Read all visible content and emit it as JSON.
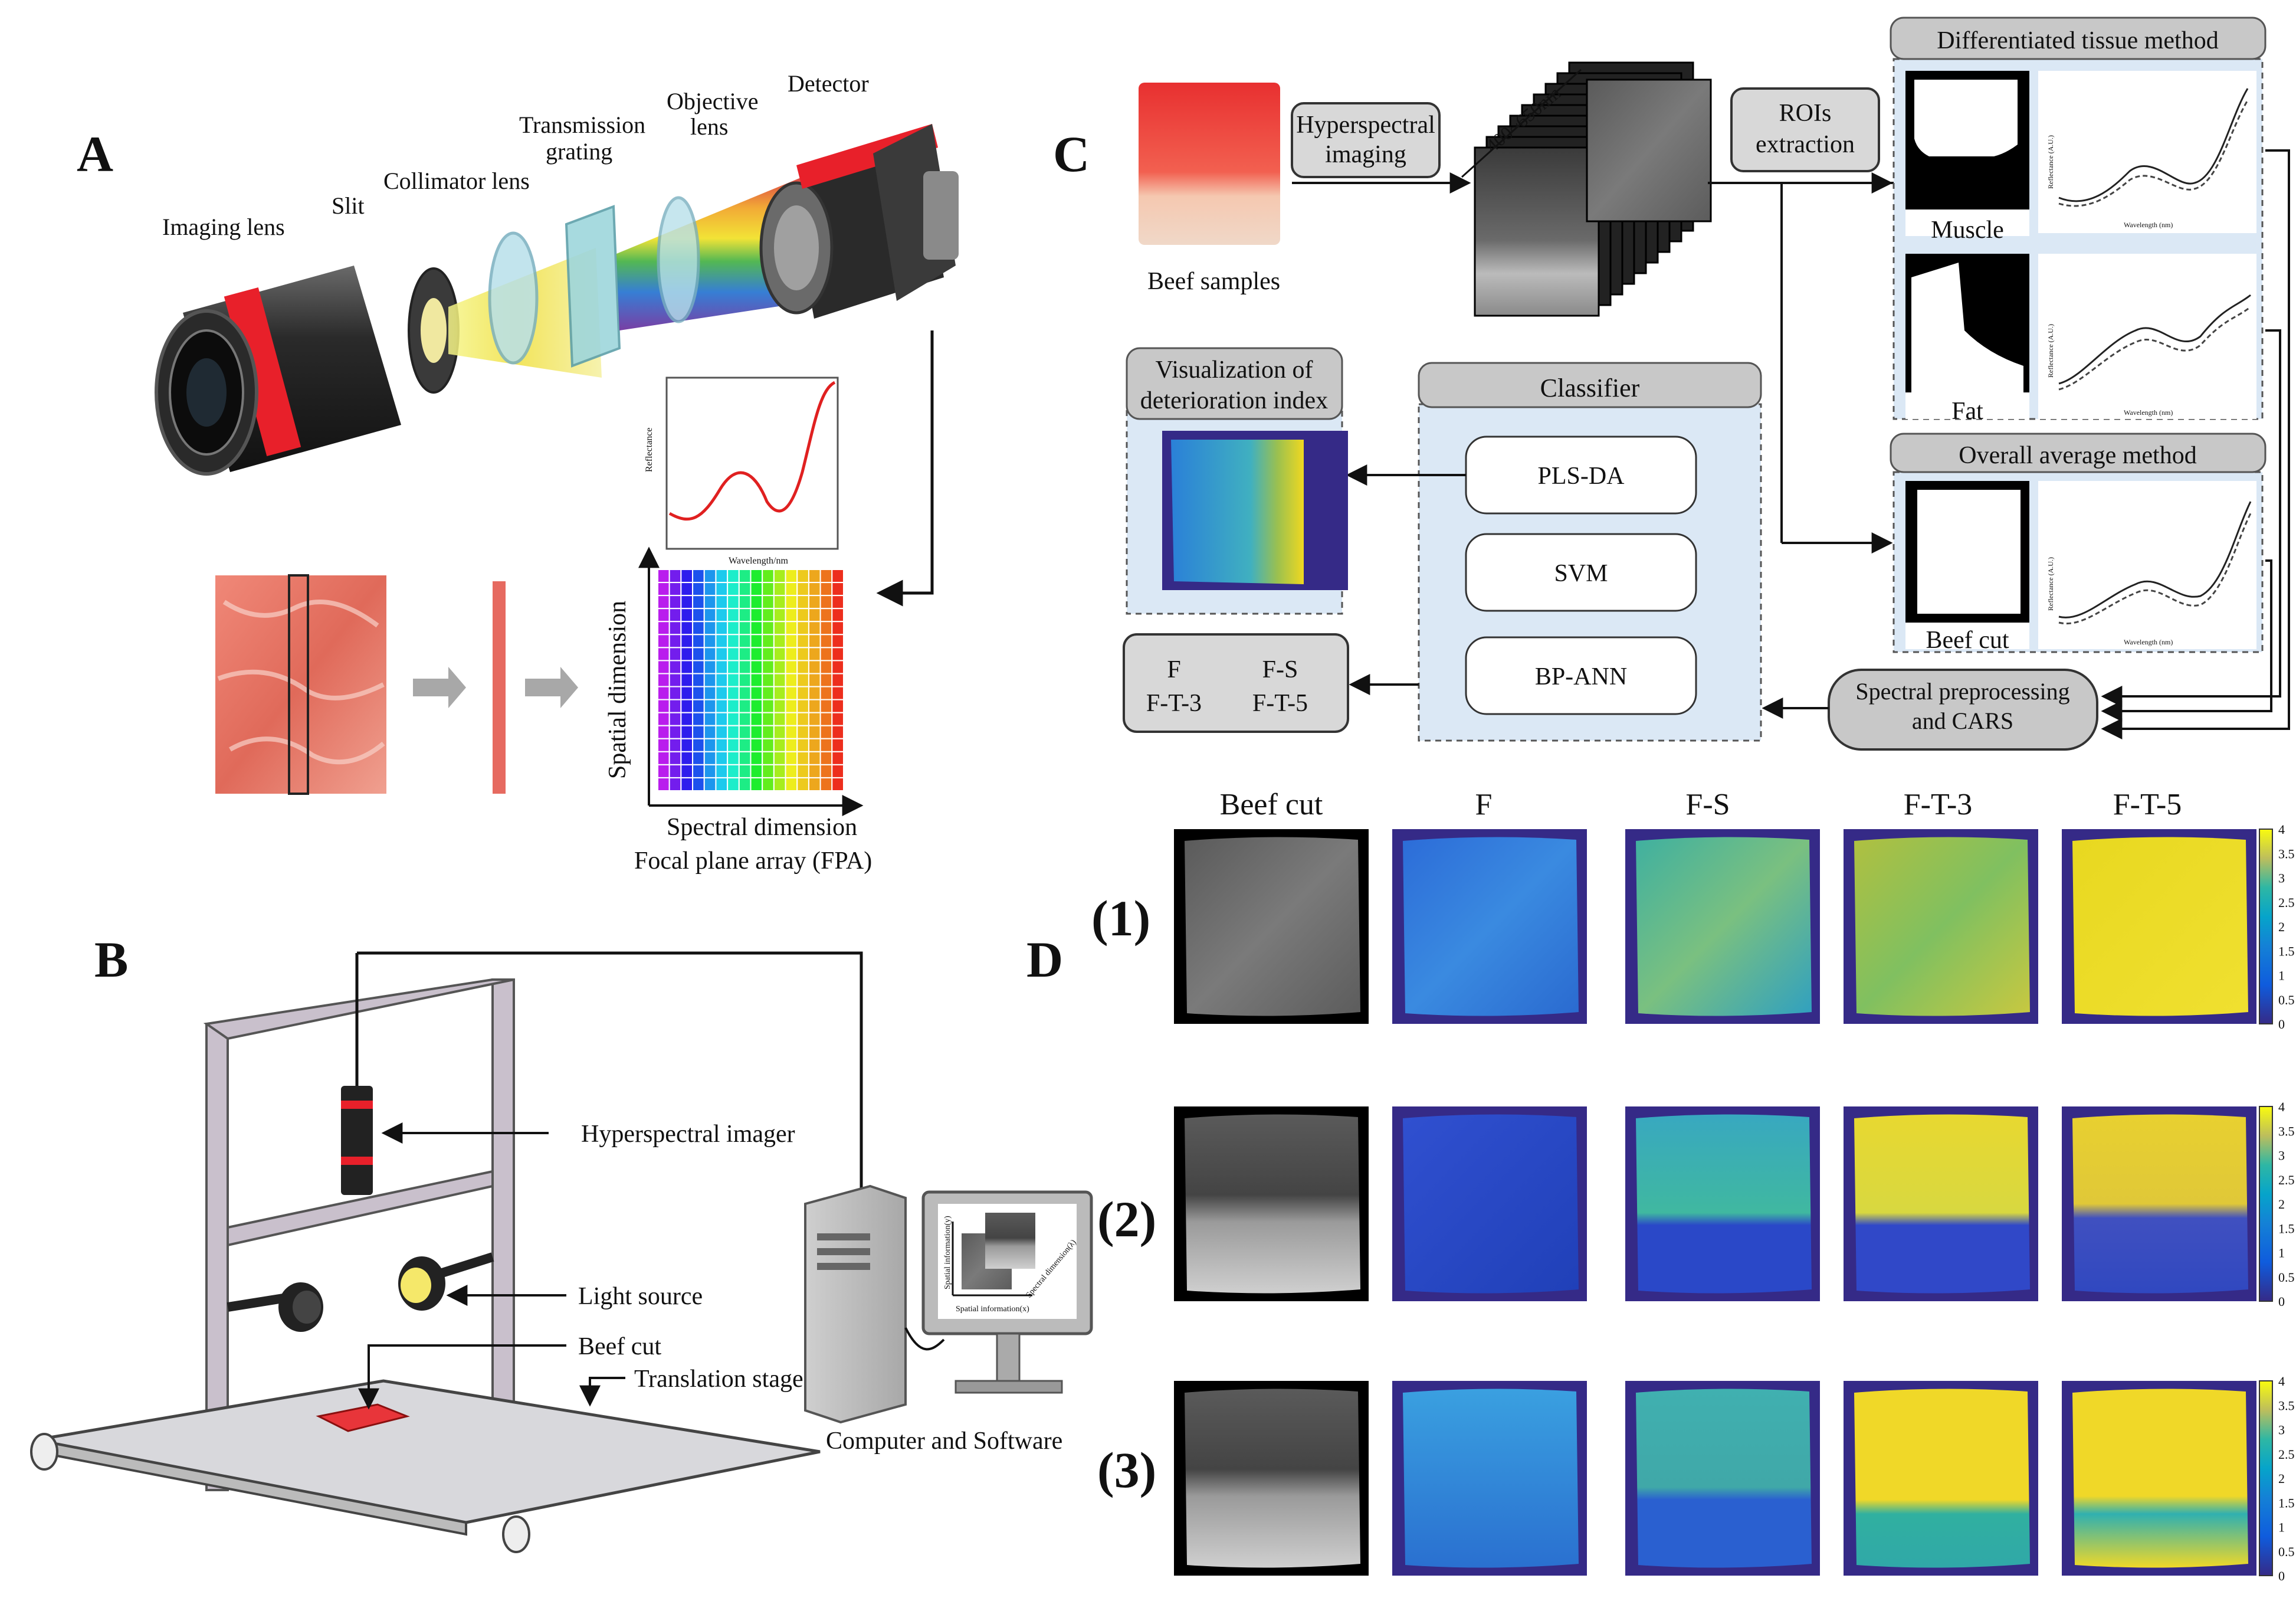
{
  "panels": {
    "a": "A",
    "b": "B",
    "c": "C",
    "d": "D"
  },
  "a": {
    "detector": "Detector",
    "objective": [
      "Objective",
      "lens"
    ],
    "transmission": [
      "Transmission",
      "grating"
    ],
    "collimator": "Collimator lens",
    "slit": "Slit",
    "imaging_lens": "Imaging lens",
    "spatial_dimension": "Spatial dimension",
    "spectral_dimension": "Spectral dimension",
    "fpa": "Focal plane array (FPA)",
    "inset_ylabel": "Reflectance",
    "inset_xlabel": "Wavelength/nm"
  },
  "b": {
    "imager": "Hyperspectral imager",
    "light": "Light source",
    "beef_cut": "Beef cut",
    "stage": "Translation stage",
    "computer": "Computer and Software",
    "spatial_y": "Spatial information(y)",
    "spatial_x": "Spatial information(x)",
    "spectral_lambda": "Spectral dimension(λ)"
  },
  "c": {
    "beef_samples": "Beef samples",
    "hyperspectral": [
      "Hyperspectral",
      "imaging"
    ],
    "range": "400~650nm",
    "rois": [
      "ROIs",
      "extraction"
    ],
    "diff_method": "Differentiated tissue method",
    "muscle": "Muscle",
    "fat": "Fat",
    "overall_method": "Overall average method",
    "beef_cut": "Beef cut",
    "visualization": [
      "Visualization of",
      "deterioration index"
    ],
    "classifier": "Classifier",
    "plsda": "PLS-DA",
    "svm": "SVM",
    "bpann": "BP-ANN",
    "classes": [
      "F",
      "F-S",
      "F-T-3",
      "F-T-5"
    ],
    "preprocessing": [
      "Spectral preprocessing",
      "and CARS"
    ],
    "mini_ylabel": "Reflectance (A.U.)",
    "mini_xlabel": "Wavelength (nm)"
  },
  "d": {
    "columns": [
      "Beef cut",
      "F",
      "F-S",
      "F-T-3",
      "F-T-5"
    ],
    "rows": [
      "(1)",
      "(2)",
      "(3)"
    ],
    "colorbar_ticks": [
      "4",
      "3.5",
      "3",
      "2.5",
      "2",
      "1.5",
      "1",
      "0.5",
      "0"
    ]
  },
  "colors": {
    "panel_blue": "#dbe8f5",
    "header_gray": "#c8c8c8",
    "spectrum_red": "#e02020",
    "lens_red": "#e8202a"
  }
}
